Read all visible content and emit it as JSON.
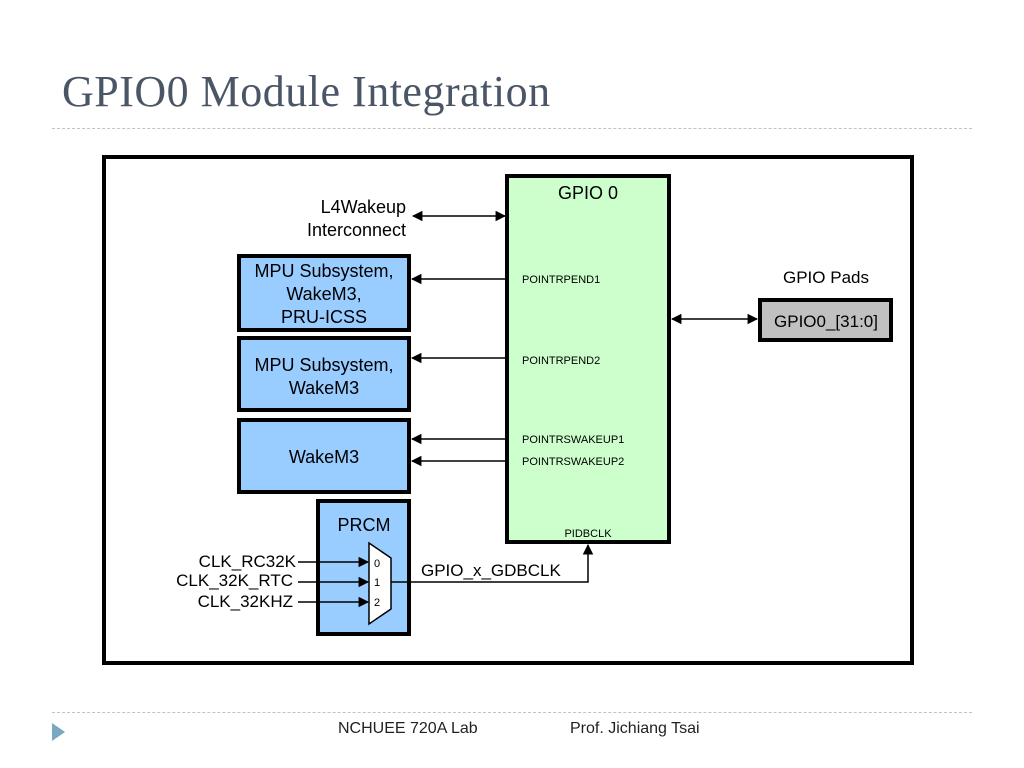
{
  "slide": {
    "title": "GPIO0 Module Integration"
  },
  "diagram": {
    "gpio_block": {
      "title": "GPIO 0",
      "signals": {
        "intr1": "POINTRPEND1",
        "intr2": "POINTRPEND2",
        "swake1": "POINTRSWAKEUP1",
        "swake2": "POINTRSWAKEUP2",
        "dbclk": "PIDBCLK"
      }
    },
    "interconnect": {
      "line1": "L4Wakeup",
      "line2": "Interconnect"
    },
    "targets": {
      "mpu_wake_pru": {
        "line1": "MPU Subsystem,",
        "line2": "WakeM3,",
        "line3": "PRU-ICSS"
      },
      "mpu_wake": {
        "line1": "MPU Subsystem,",
        "line2": "WakeM3"
      },
      "wakem3": {
        "label": "WakeM3"
      }
    },
    "prcm": {
      "title": "PRCM",
      "mux_inputs": [
        "0",
        "1",
        "2"
      ]
    },
    "clocks": [
      "CLK_RC32K",
      "CLK_32K_RTC",
      "CLK_32KHZ"
    ],
    "debounce_clock": "GPIO_x_GDBCLK",
    "pads": {
      "heading": "GPIO Pads",
      "label": "GPIO0_[31:0]"
    },
    "colors": {
      "gpio_fill": "#ccffcc",
      "block_fill": "#99ccff",
      "pad_fill": "#c0c0c0",
      "frame_stroke": "#000000"
    }
  },
  "footer": {
    "lab": "NCHUEE 720A Lab",
    "professor": "Prof. Jichiang Tsai"
  }
}
